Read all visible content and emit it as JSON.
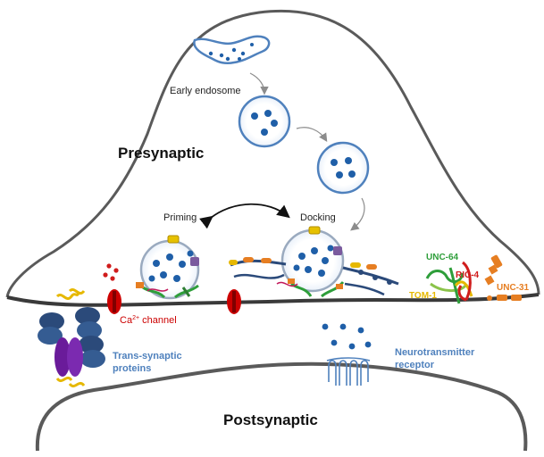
{
  "labels": {
    "early_endosome": "Early endosome",
    "presynaptic": "Presynaptic",
    "priming": "Priming",
    "docking": "Docking",
    "ca_channel_prefix": "Ca",
    "ca_channel_sup": "2+",
    "ca_channel_suffix": " channel",
    "trans_synaptic_line1": "Trans-synaptic",
    "trans_synaptic_line2": "proteins",
    "neurotransmitter_line1": "Neurotransmitter",
    "neurotransmitter_line2": "receptor",
    "postsynaptic": "Postsynaptic",
    "unc64": "UNC-64",
    "ric4": "RIC-4",
    "tom1": "TOM-1",
    "unc31": "UNC-31"
  },
  "colors": {
    "outline": "#5a5a5a",
    "membrane": "#3a3a3a",
    "vesicle_stroke": "#4f81bd",
    "vesicle_dot": "#1f5fa8",
    "label_blue": "#4f81bd",
    "ca_red": "#cc0000",
    "unc64_green": "#2e9e3a",
    "ric4_red": "#d01c1c",
    "tom1_yellow": "#e6b800",
    "unc31_orange": "#e67e22",
    "receptor": "#4f81bd",
    "purple": "#6a1b9a",
    "navy": "#2b4a7a"
  }
}
